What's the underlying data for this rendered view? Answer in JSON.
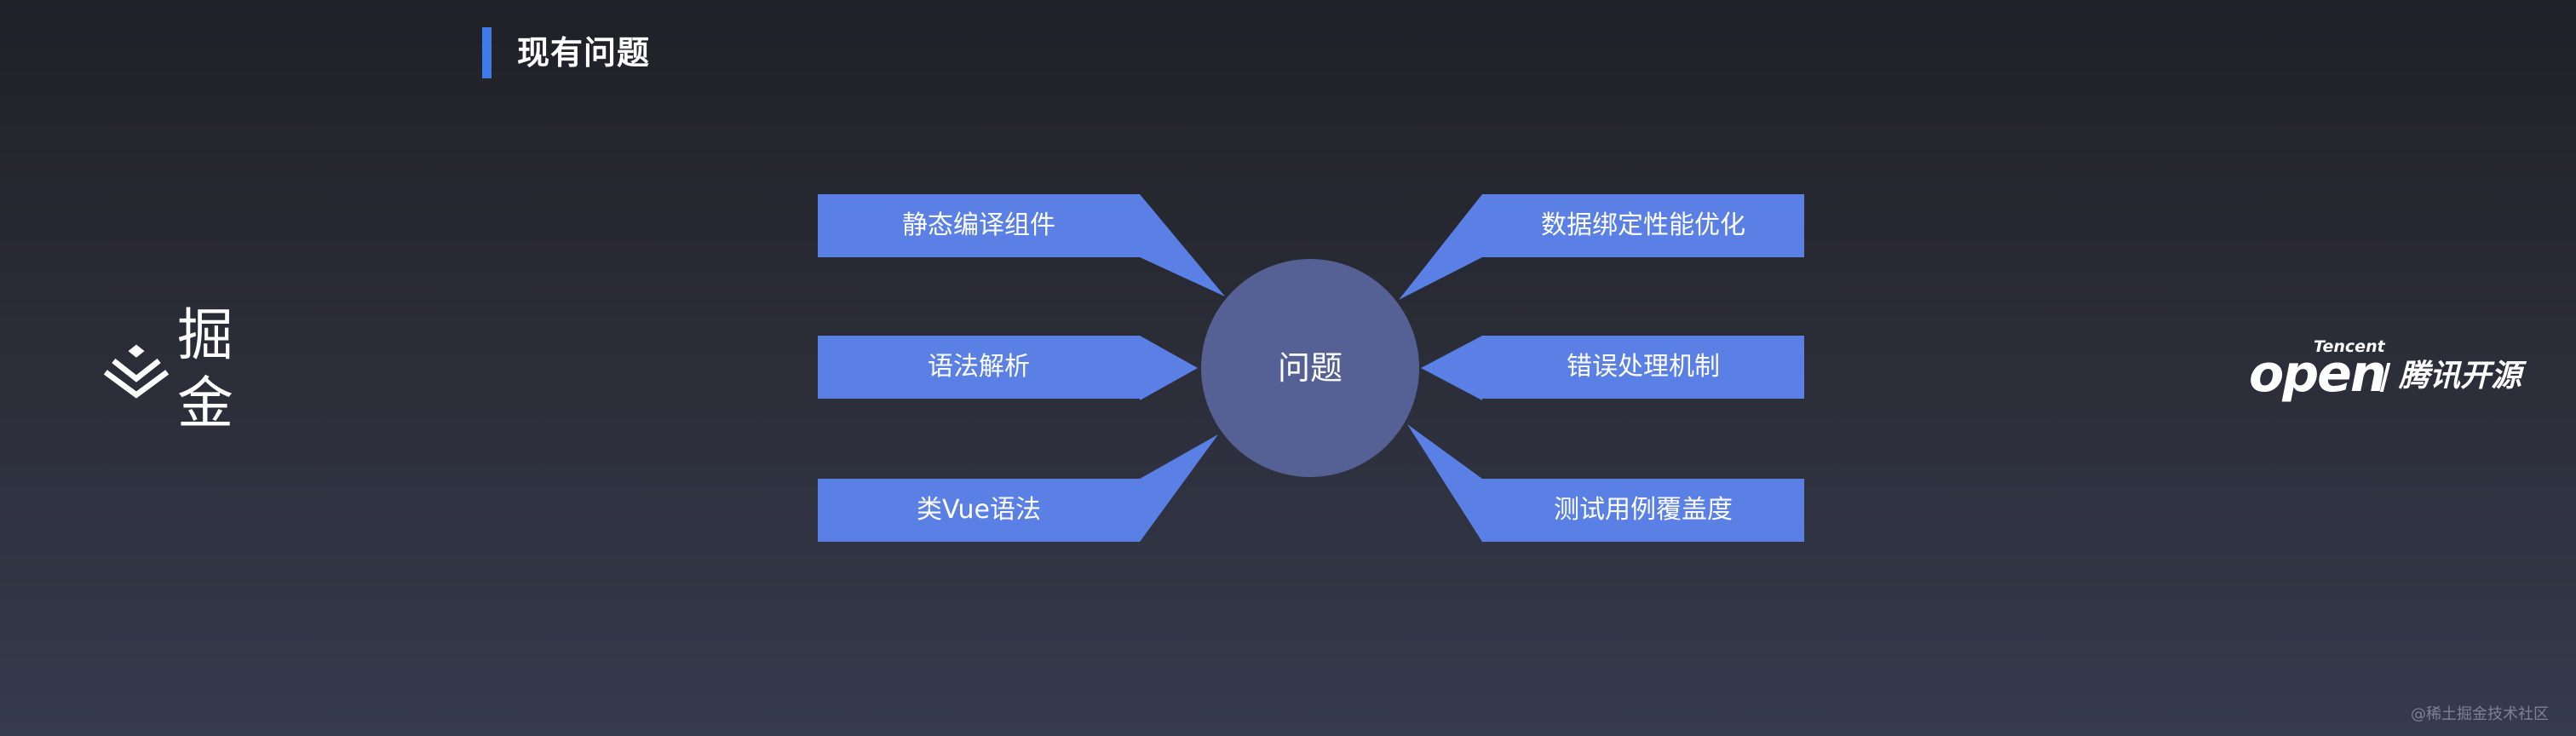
{
  "header": {
    "title": "现有问题"
  },
  "branding": {
    "left_logo_icon": "juejin-logo-icon",
    "left_logo_text": "掘金",
    "right_logo_small": "Tencent",
    "right_logo_big": "open",
    "right_logo_cn": "腾讯开源"
  },
  "diagram": {
    "center": "问题",
    "left_items": [
      "静态编译组件",
      "语法解析",
      "类Vue语法"
    ],
    "right_items": [
      "数据绑定性能优化",
      "错误处理机制",
      "测试用例覆盖度"
    ]
  },
  "colors": {
    "accent": "#3f7ae9",
    "box_fill": "#5a80e6",
    "circle_fill": "#556194",
    "background_top": "#202127",
    "background_bottom": "#363a4d"
  },
  "watermark": "@稀土掘金技术社区"
}
